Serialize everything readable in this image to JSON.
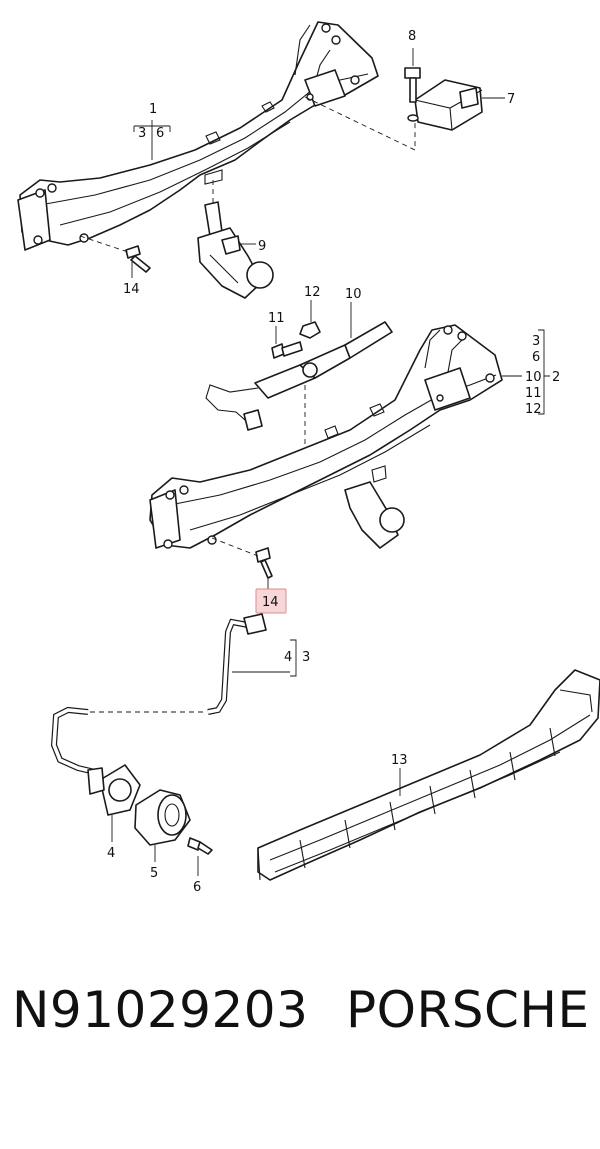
{
  "diagram": {
    "callouts": {
      "c1": "1",
      "c1_sub_a": "3",
      "c1_sub_b": "6",
      "c2": "2",
      "c2_subs": [
        "3",
        "6",
        "10",
        "11",
        "12"
      ],
      "c3": "3",
      "c3_sub": "4",
      "c4": "4",
      "c5": "5",
      "c6": "6",
      "c7": "7",
      "c8": "8",
      "c9": "9",
      "c10": "10",
      "c11": "11",
      "c12": "12",
      "c13": "13",
      "c14_top": "14",
      "c14_highlight": "14"
    },
    "highlight_color": "#f6d6d6",
    "highlight_border": "#e08a8a"
  },
  "footer": {
    "part_number": "N91029203",
    "brand": "PORSCHE"
  }
}
